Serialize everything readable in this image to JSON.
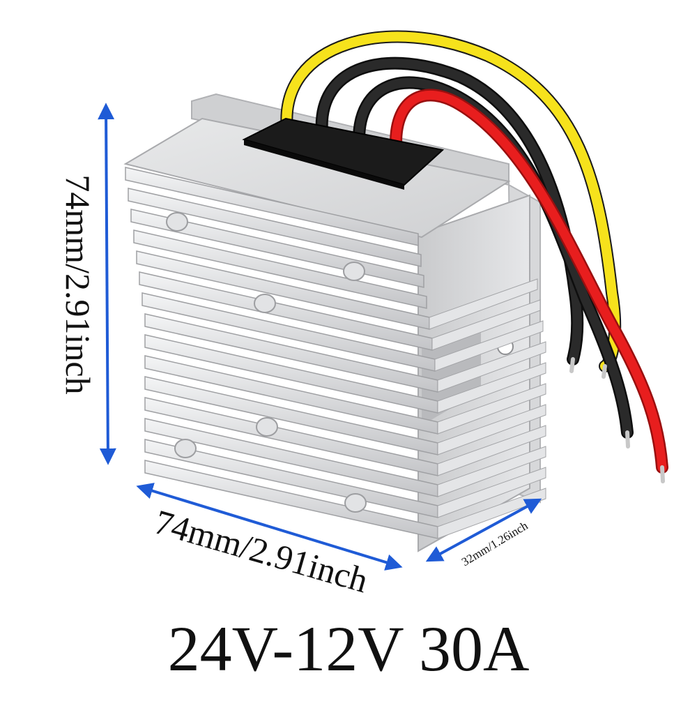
{
  "labels": {
    "height": "74mm/2.91inch",
    "width": "74mm/2.91inch",
    "depth": "32mm/1.26inch"
  },
  "caption": "24V-12V 30A",
  "colors": {
    "arrow": "#1f5bd6",
    "wire_yellow": "#f6e21c",
    "wire_black": "#1a1a1a",
    "wire_red": "#e81e1e",
    "aluminum": "#d9dadc"
  }
}
